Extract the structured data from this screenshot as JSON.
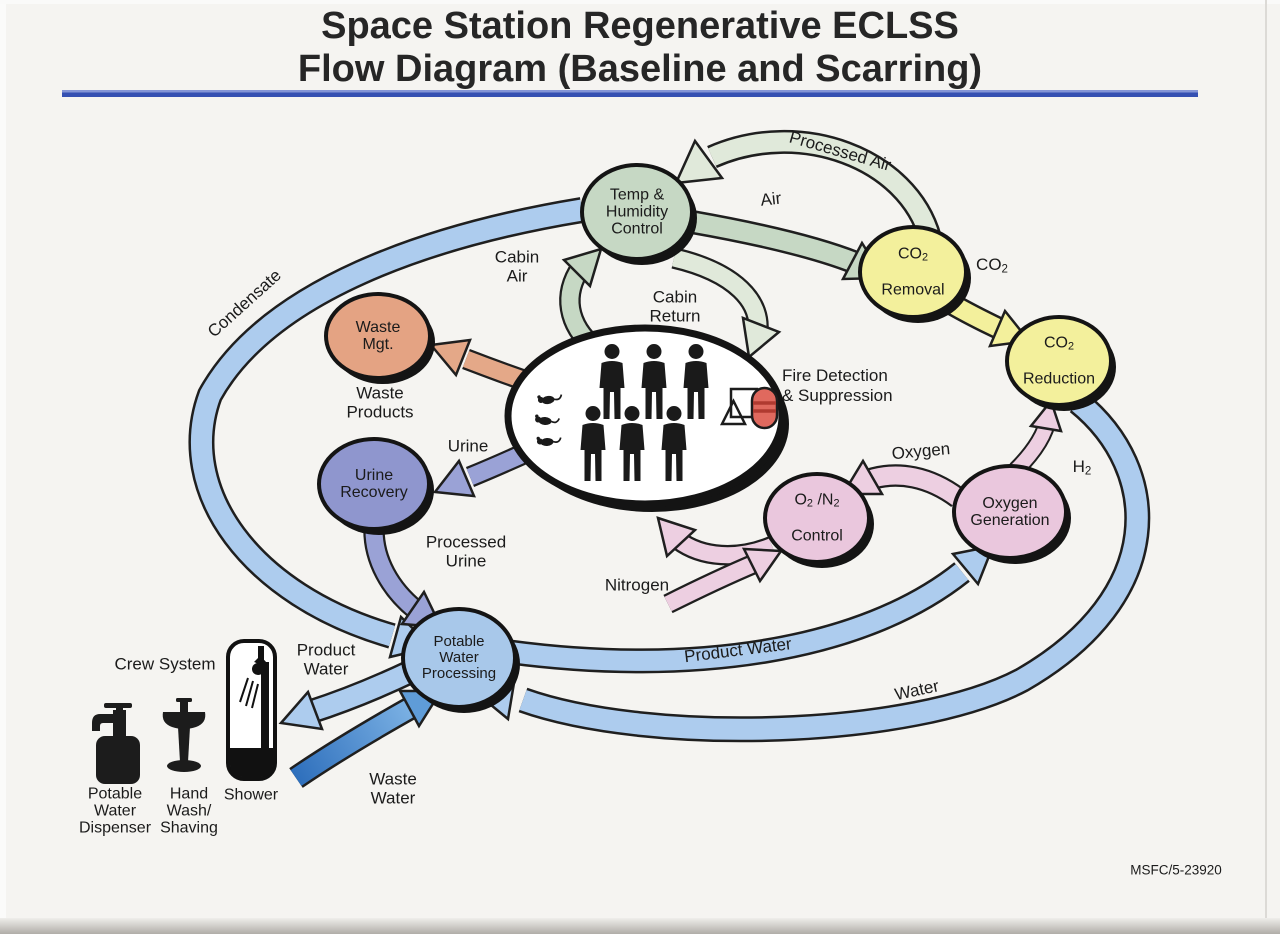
{
  "title": {
    "line1": "Space Station Regenerative ECLSS",
    "line2": "Flow Diagram (Baseline and Scarring)"
  },
  "footer": {
    "doc_number": "MSFC/5-23920"
  },
  "colors": {
    "divider": "#3550b2",
    "divider_light": "#8495d6",
    "green_node": "#c6d8c4",
    "pale_green_band": "#e0e9da",
    "green_band": "#c6d8c4",
    "yellow_node": "#f3f09c",
    "yellow_band": "#f3f09c",
    "salmon_node": "#e4a383",
    "salmon_band": "#e4a888",
    "periwinkle_node": "#8f96ce",
    "periwinkle_band": "#9aa2d6",
    "pink_node": "#eac7dd",
    "pink_band": "#edcfe1",
    "blue_node": "#a8c8ea",
    "blue_band": "#adccee",
    "waste_water_dark": "#2e6fbc",
    "waste_water_light": "#8fc2ee",
    "waste_water_mid": "#5f9cd8",
    "crew_fill": "#ffffff",
    "extinguisher_red": "#e0695e"
  },
  "nodes": {
    "temp_humidity": {
      "label": "Temp &\nHumidity\nControl"
    },
    "co2_removal": {
      "l1a": "CO",
      "l1sub": "2",
      "l2": "Removal"
    },
    "co2_reduction": {
      "l1a": "CO",
      "l1sub": "2",
      "l2": "Reduction"
    },
    "waste_mgt": {
      "label": "Waste\nMgt."
    },
    "urine_recovery": {
      "label": "Urine\nRecovery"
    },
    "o2n2_control": {
      "p1": "O",
      "s1": "2",
      "p2": " /N",
      "s2": "2",
      "l2": "Control"
    },
    "oxygen_generation": {
      "label": "Oxygen\nGeneration"
    },
    "potable_water": {
      "label": "Potable\nWater\nProcessing"
    }
  },
  "flow_labels": {
    "processed_air": "Processed Air",
    "air": "Air",
    "cabin_air": "Cabin\nAir",
    "cabin_return": "Cabin\nReturn",
    "condensate": "Condensate",
    "waste_products": "Waste\nProducts",
    "urine": "Urine",
    "processed_urine": "Processed\nUrine",
    "nitrogen": "Nitrogen",
    "oxygen": "Oxygen",
    "h2": {
      "a": "H",
      "sub": "2"
    },
    "co2": {
      "a": "CO",
      "sub": "2"
    },
    "fire_detection": "Fire Detection\n& Suppression",
    "product_water_left": "Product\nWater",
    "product_water_right": "Product Water",
    "water": "Water",
    "waste_water": "Waste\nWater"
  },
  "crew_system": {
    "heading": "Crew System",
    "items": [
      {
        "label": "Potable\nWater\nDispenser"
      },
      {
        "label": "Hand\nWash/\nShaving"
      },
      {
        "label": "Shower"
      }
    ]
  }
}
